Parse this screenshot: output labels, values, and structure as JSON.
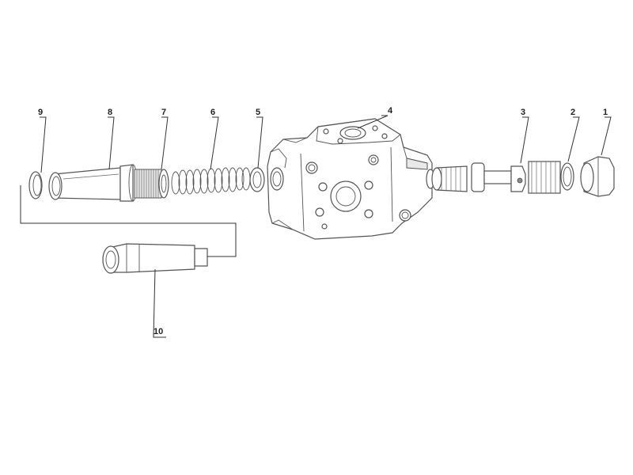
{
  "diagram": {
    "type": "exploded-parts-view",
    "callouts": [
      {
        "id": "c1",
        "text": "1"
      },
      {
        "id": "c2",
        "text": "2"
      },
      {
        "id": "c3",
        "text": "3"
      },
      {
        "id": "c4",
        "text": "4"
      },
      {
        "id": "c5",
        "text": "5"
      },
      {
        "id": "c6",
        "text": "6"
      },
      {
        "id": "c7",
        "text": "7"
      },
      {
        "id": "c8",
        "text": "8"
      },
      {
        "id": "c9",
        "text": "9"
      },
      {
        "id": "c10",
        "text": "10"
      }
    ]
  }
}
